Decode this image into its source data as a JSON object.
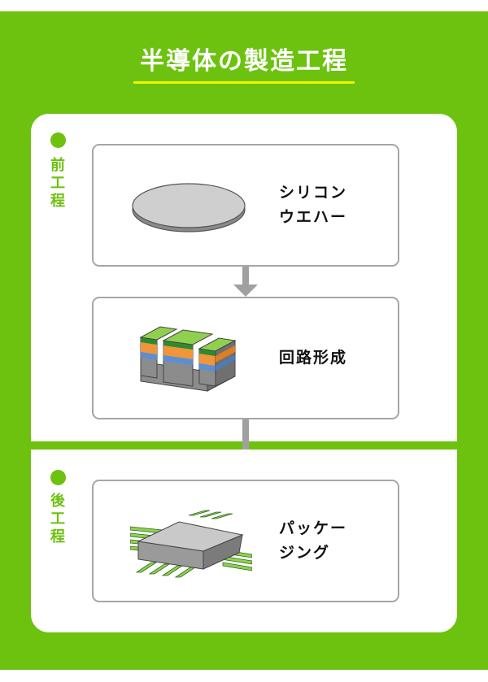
{
  "title": "半導体の製造工程",
  "colors": {
    "brand_green": "#6cc20f",
    "underline_yellow": "#f2f500",
    "box_border": "#a6a6a6",
    "arrow_gray": "#a0a0a0"
  },
  "phases": [
    {
      "label": "前工程",
      "steps": [
        {
          "label": "シリコン\nウエハー",
          "icon": "silicon-wafer-icon"
        },
        {
          "label": "回路形成",
          "icon": "circuit-formation-icon"
        }
      ]
    },
    {
      "label": "後工程",
      "steps": [
        {
          "label": "パッケー\nジング",
          "icon": "chip-package-icon"
        }
      ]
    }
  ]
}
